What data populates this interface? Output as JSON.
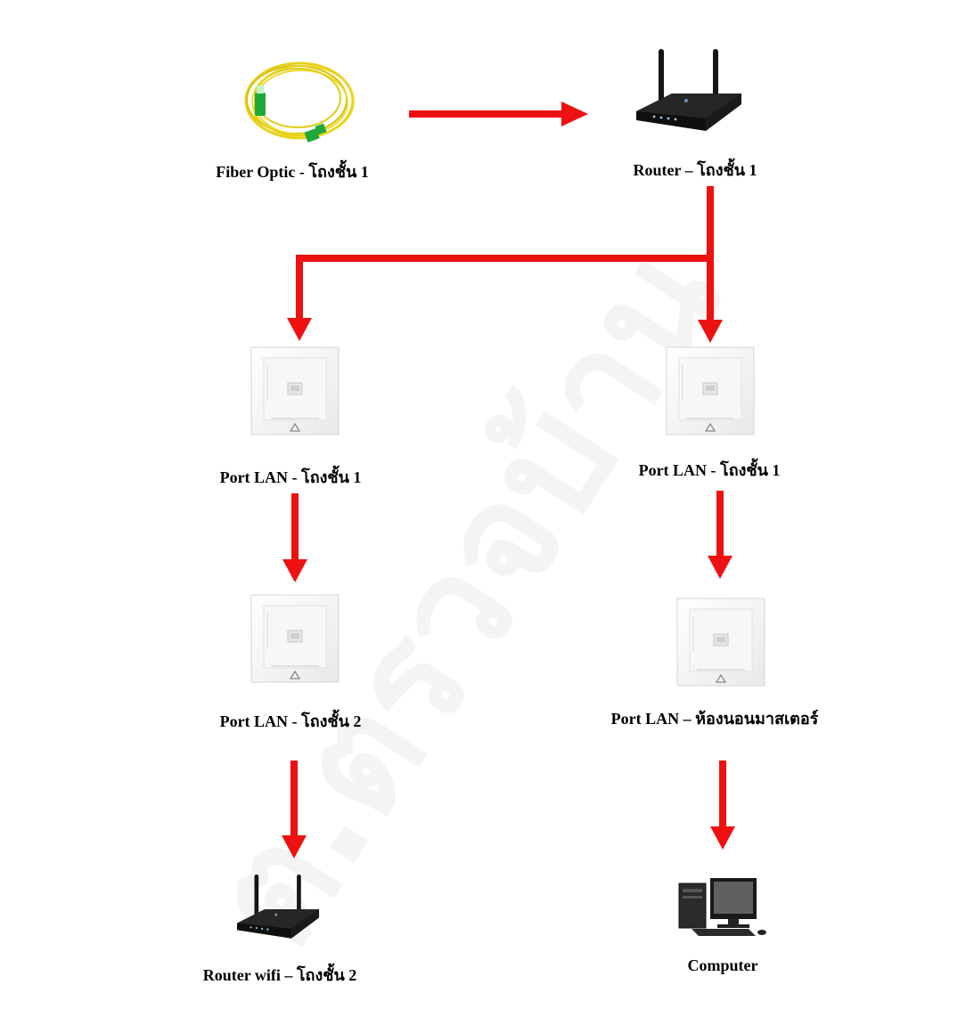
{
  "watermark": "ต.ตรวจบ้าน",
  "nodes": {
    "fiber": {
      "label": "Fiber Optic - โถงชั้น 1",
      "icon": "fiber-cable-icon"
    },
    "router_main": {
      "label": "Router – โถงชั้น 1",
      "icon": "router-icon"
    },
    "port_left_1": {
      "label": "Port LAN - โถงชั้น 1",
      "icon": "lan-wall-socket-icon"
    },
    "port_right_1": {
      "label": "Port LAN - โถงชั้น 1",
      "icon": "lan-wall-socket-icon"
    },
    "port_left_2": {
      "label": "Port LAN - โถงชั้น 2",
      "icon": "lan-wall-socket-icon"
    },
    "port_master": {
      "label": "Port LAN – ห้องนอนมาสเตอร์",
      "icon": "lan-wall-socket-icon"
    },
    "router_wifi": {
      "label": "Router wifi – โถงชั้น 2",
      "icon": "router-icon"
    },
    "computer": {
      "label": "Computer",
      "icon": "desktop-computer-icon"
    }
  },
  "colors": {
    "arrow": "#ee1111",
    "cable": "#e8d21a",
    "connector": "#1ea83a",
    "socket": "#f4f4f4",
    "router": "#1a1a1a"
  }
}
